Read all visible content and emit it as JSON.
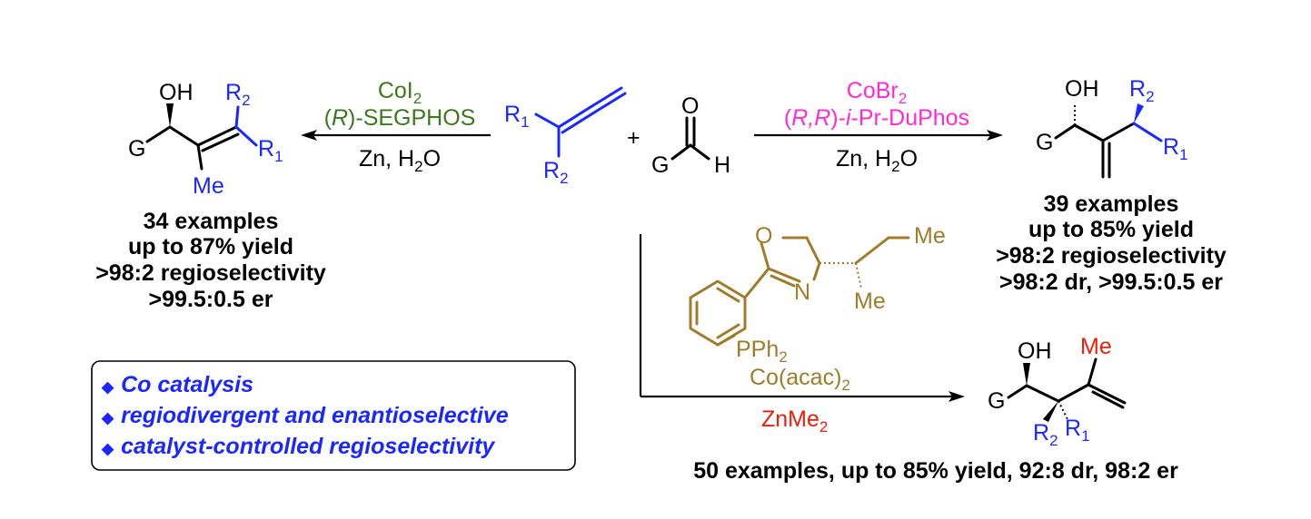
{
  "colors": {
    "black": "#000000",
    "blue": "#1a28ff",
    "green": "#3a7a1c",
    "magenta": "#ff2ad6",
    "gold": "#a07c2a",
    "red": "#e8200c"
  },
  "reactants": {
    "allene": {
      "r1": "R",
      "r1_sub": "1",
      "r2": "R",
      "r2_sub": "2"
    },
    "plus": "+",
    "aldehyde": {
      "o": "O",
      "g": "G",
      "h": "H"
    }
  },
  "left": {
    "reagent_line1": "CoI",
    "reagent_line1_sub": "2",
    "reagent_line2_open": "(",
    "reagent_line2_r": "R",
    "reagent_line2_rest": ")-SEGPHOS",
    "condition": "Zn, H",
    "condition_sub": "2",
    "condition_end": "O",
    "product": {
      "oh": "OH",
      "g": "G",
      "r1": "R",
      "r1_sub": "1",
      "r2": "R",
      "r2_sub": "2",
      "me": "Me"
    },
    "results": [
      "34 examples",
      "up to 87% yield",
      ">98:2 regioselectivity",
      ">99.5:0.5 er"
    ]
  },
  "right": {
    "reagent_line1": "CoBr",
    "reagent_line1_sub": "2",
    "reagent_line2_a": "(",
    "reagent_line2_b": "R,R",
    "reagent_line2_c": ")-",
    "reagent_line2_d": "i",
    "reagent_line2_e": "-Pr-DuPhos",
    "condition": "Zn, H",
    "condition_sub": "2",
    "condition_end": "O",
    "product": {
      "oh": "OH",
      "g": "G",
      "r1": "R",
      "r1_sub": "1",
      "r2": "R",
      "r2_sub": "2"
    },
    "results": [
      "39 examples",
      "up to 85% yield",
      ">98:2 regioselectivity",
      ">98:2 dr, >99.5:0.5 er"
    ]
  },
  "bottom": {
    "ligand": {
      "o": "O",
      "n": "N",
      "me1": "Me",
      "me2": "Me",
      "pph": "PPh",
      "pph_sub": "2"
    },
    "catalyst": "Co(acac)",
    "catalyst_sub": "2",
    "reagent": "ZnMe",
    "reagent_sub": "2",
    "product": {
      "oh": "OH",
      "g": "G",
      "me": "Me",
      "r1": "R",
      "r1_sub": "1",
      "r2": "R",
      "r2_sub": "2"
    },
    "results": "50 examples, up to 85% yield, 92:8 dr, 98:2 er"
  },
  "features": {
    "bullet": "◆",
    "items": [
      "Co catalysis",
      "regiodivergent and enantioselective",
      "catalyst-controlled regioselectivity"
    ]
  }
}
